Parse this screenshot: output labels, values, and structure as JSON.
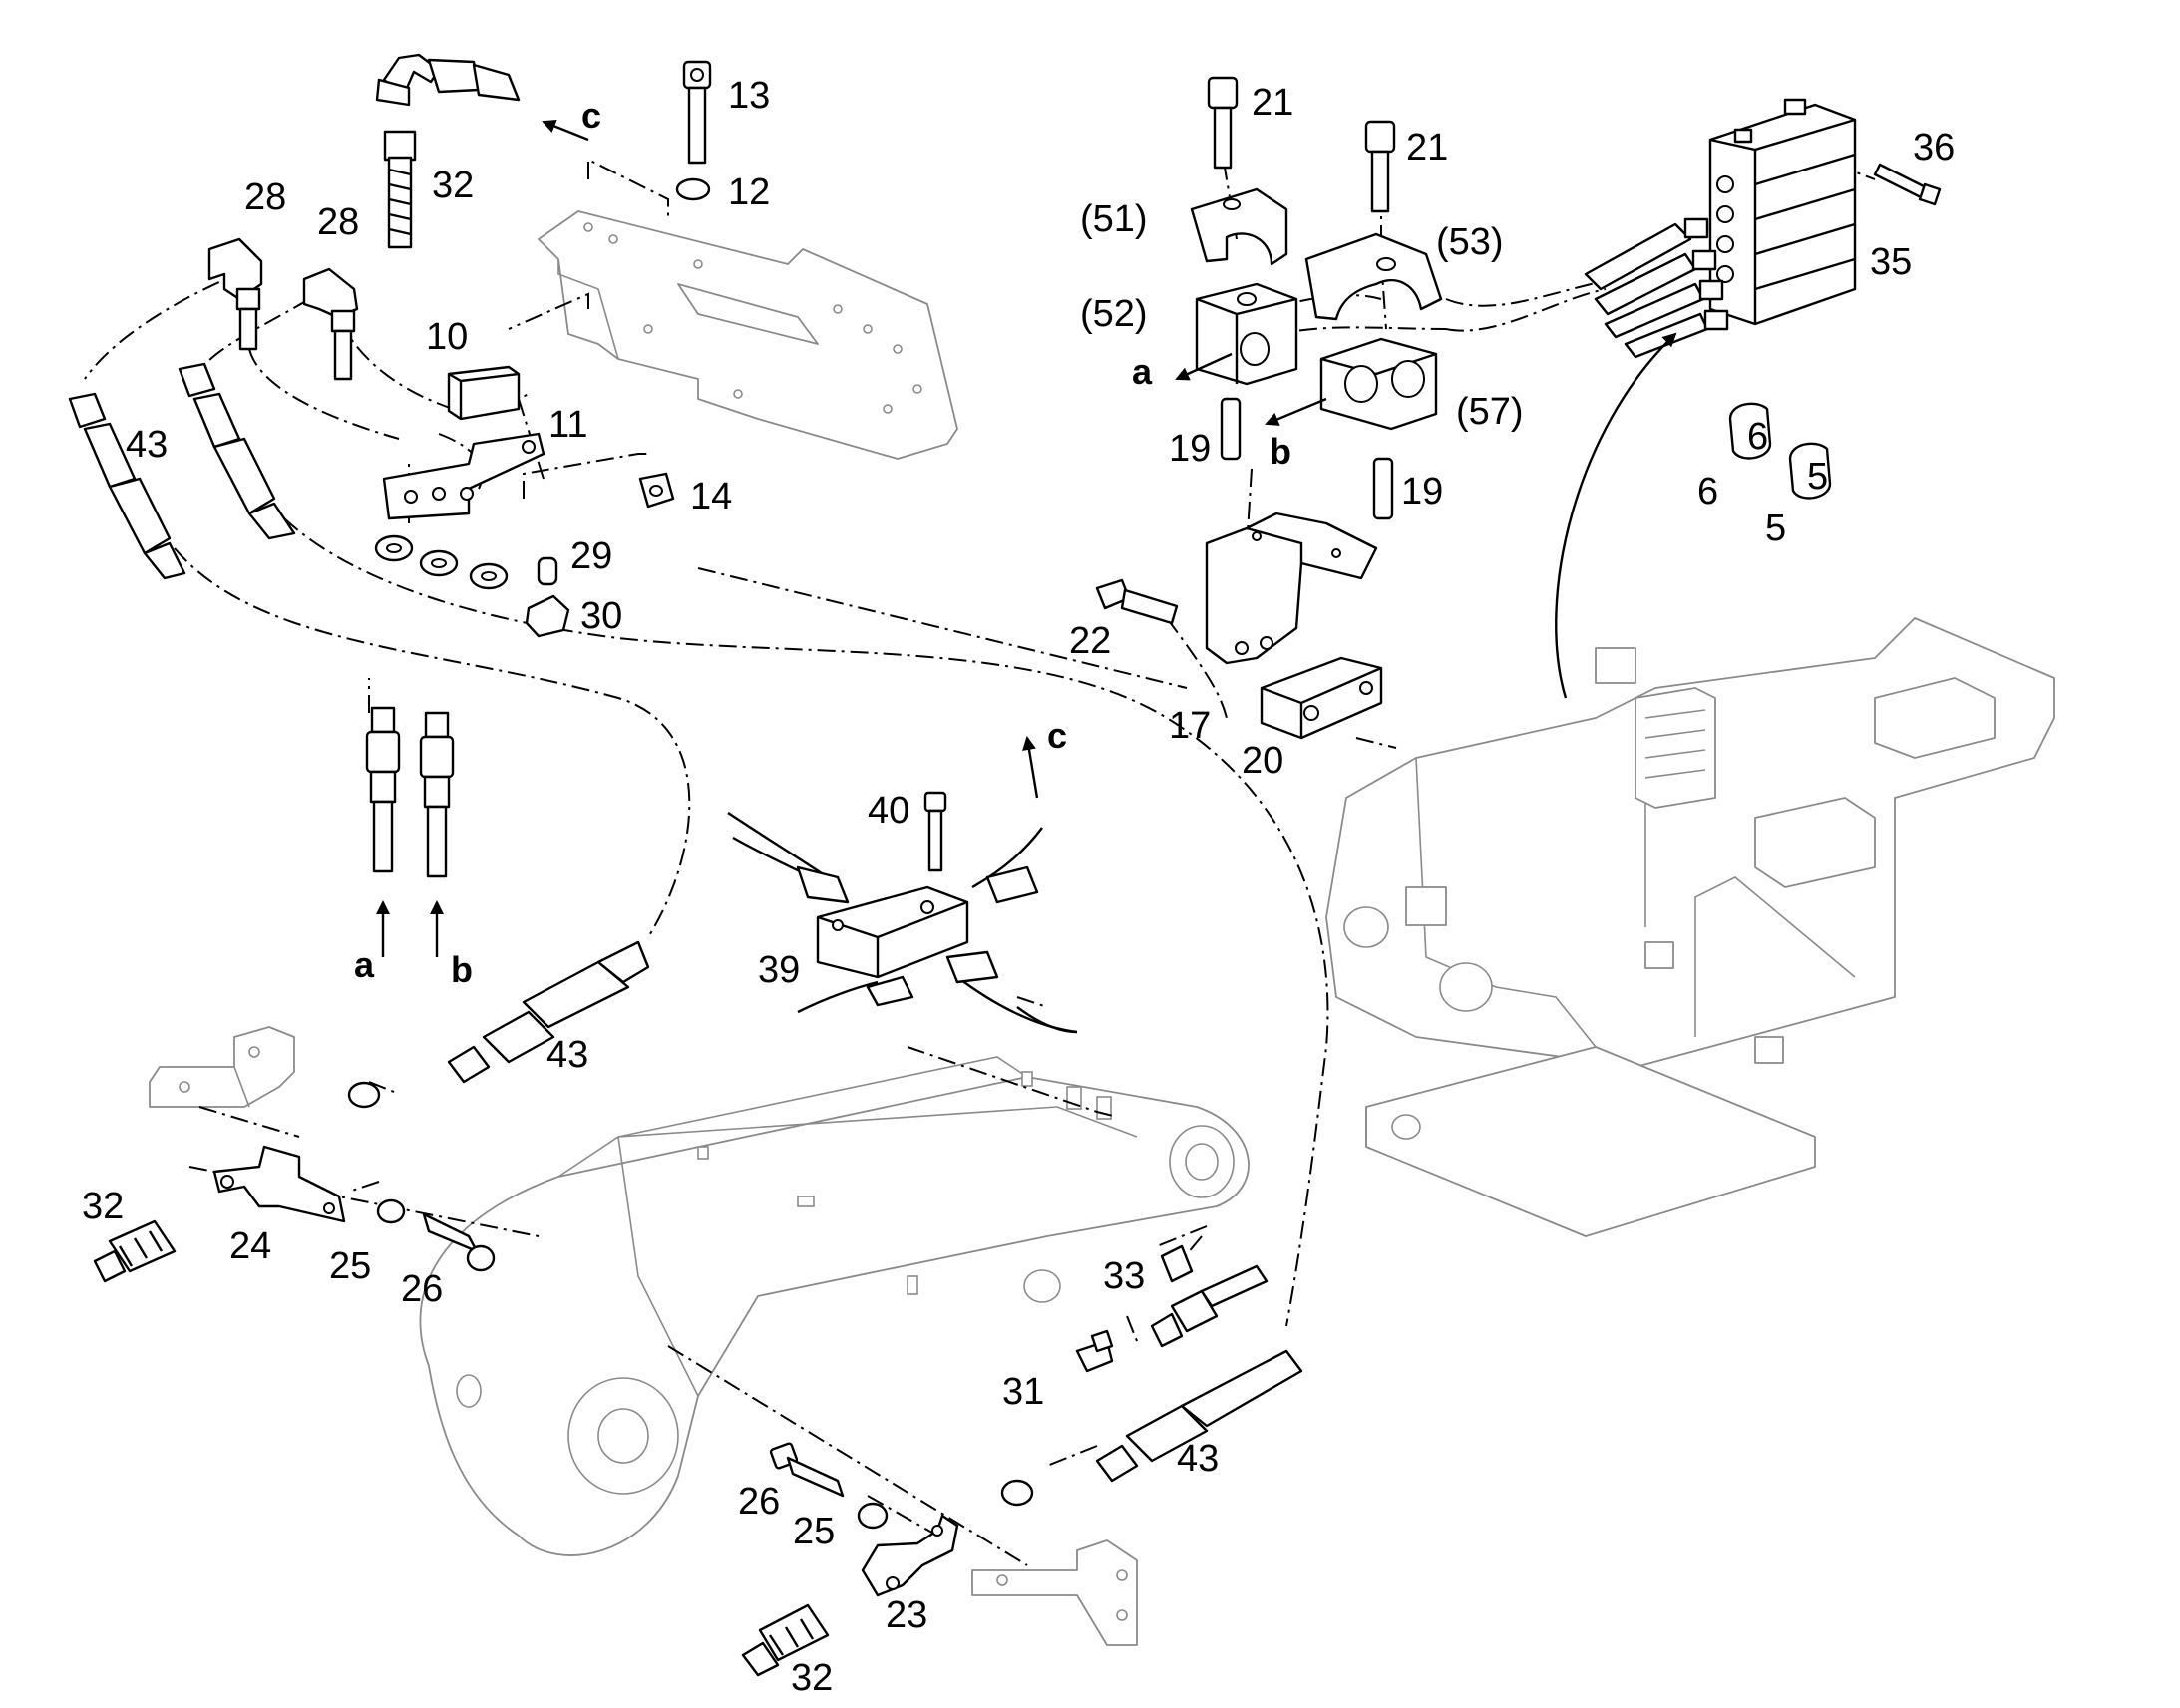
{
  "callouts": {
    "n5": "5",
    "n6": "6",
    "n10": "10",
    "n11": "11",
    "n12": "12",
    "n13": "13",
    "n14": "14",
    "n17": "17",
    "n19a": "19",
    "n19b": "19",
    "n20": "20",
    "n21a": "21",
    "n21b": "21",
    "n22": "22",
    "n23": "23",
    "n24": "24",
    "n25a": "25",
    "n25b": "25",
    "n26a": "26",
    "n26b": "26",
    "n28a": "28",
    "n28b": "28",
    "n29": "29",
    "n30": "30",
    "n31": "31",
    "n32a": "32",
    "n32b": "32",
    "n32c": "32",
    "n33": "33",
    "n35": "35",
    "n36": "36",
    "n39": "39",
    "n40": "40",
    "n43a": "43",
    "n43b": "43",
    "n43c": "43",
    "n51": "(51)",
    "n52": "(52)",
    "n53": "(53)",
    "n57": "(57)"
  },
  "letters": {
    "c_top": "c",
    "c_mid": "c",
    "a_left": "a",
    "b_left": "b",
    "a_right": "a",
    "b_right": "b"
  },
  "stamps": {
    "cap6": "6",
    "cap5": "5"
  }
}
